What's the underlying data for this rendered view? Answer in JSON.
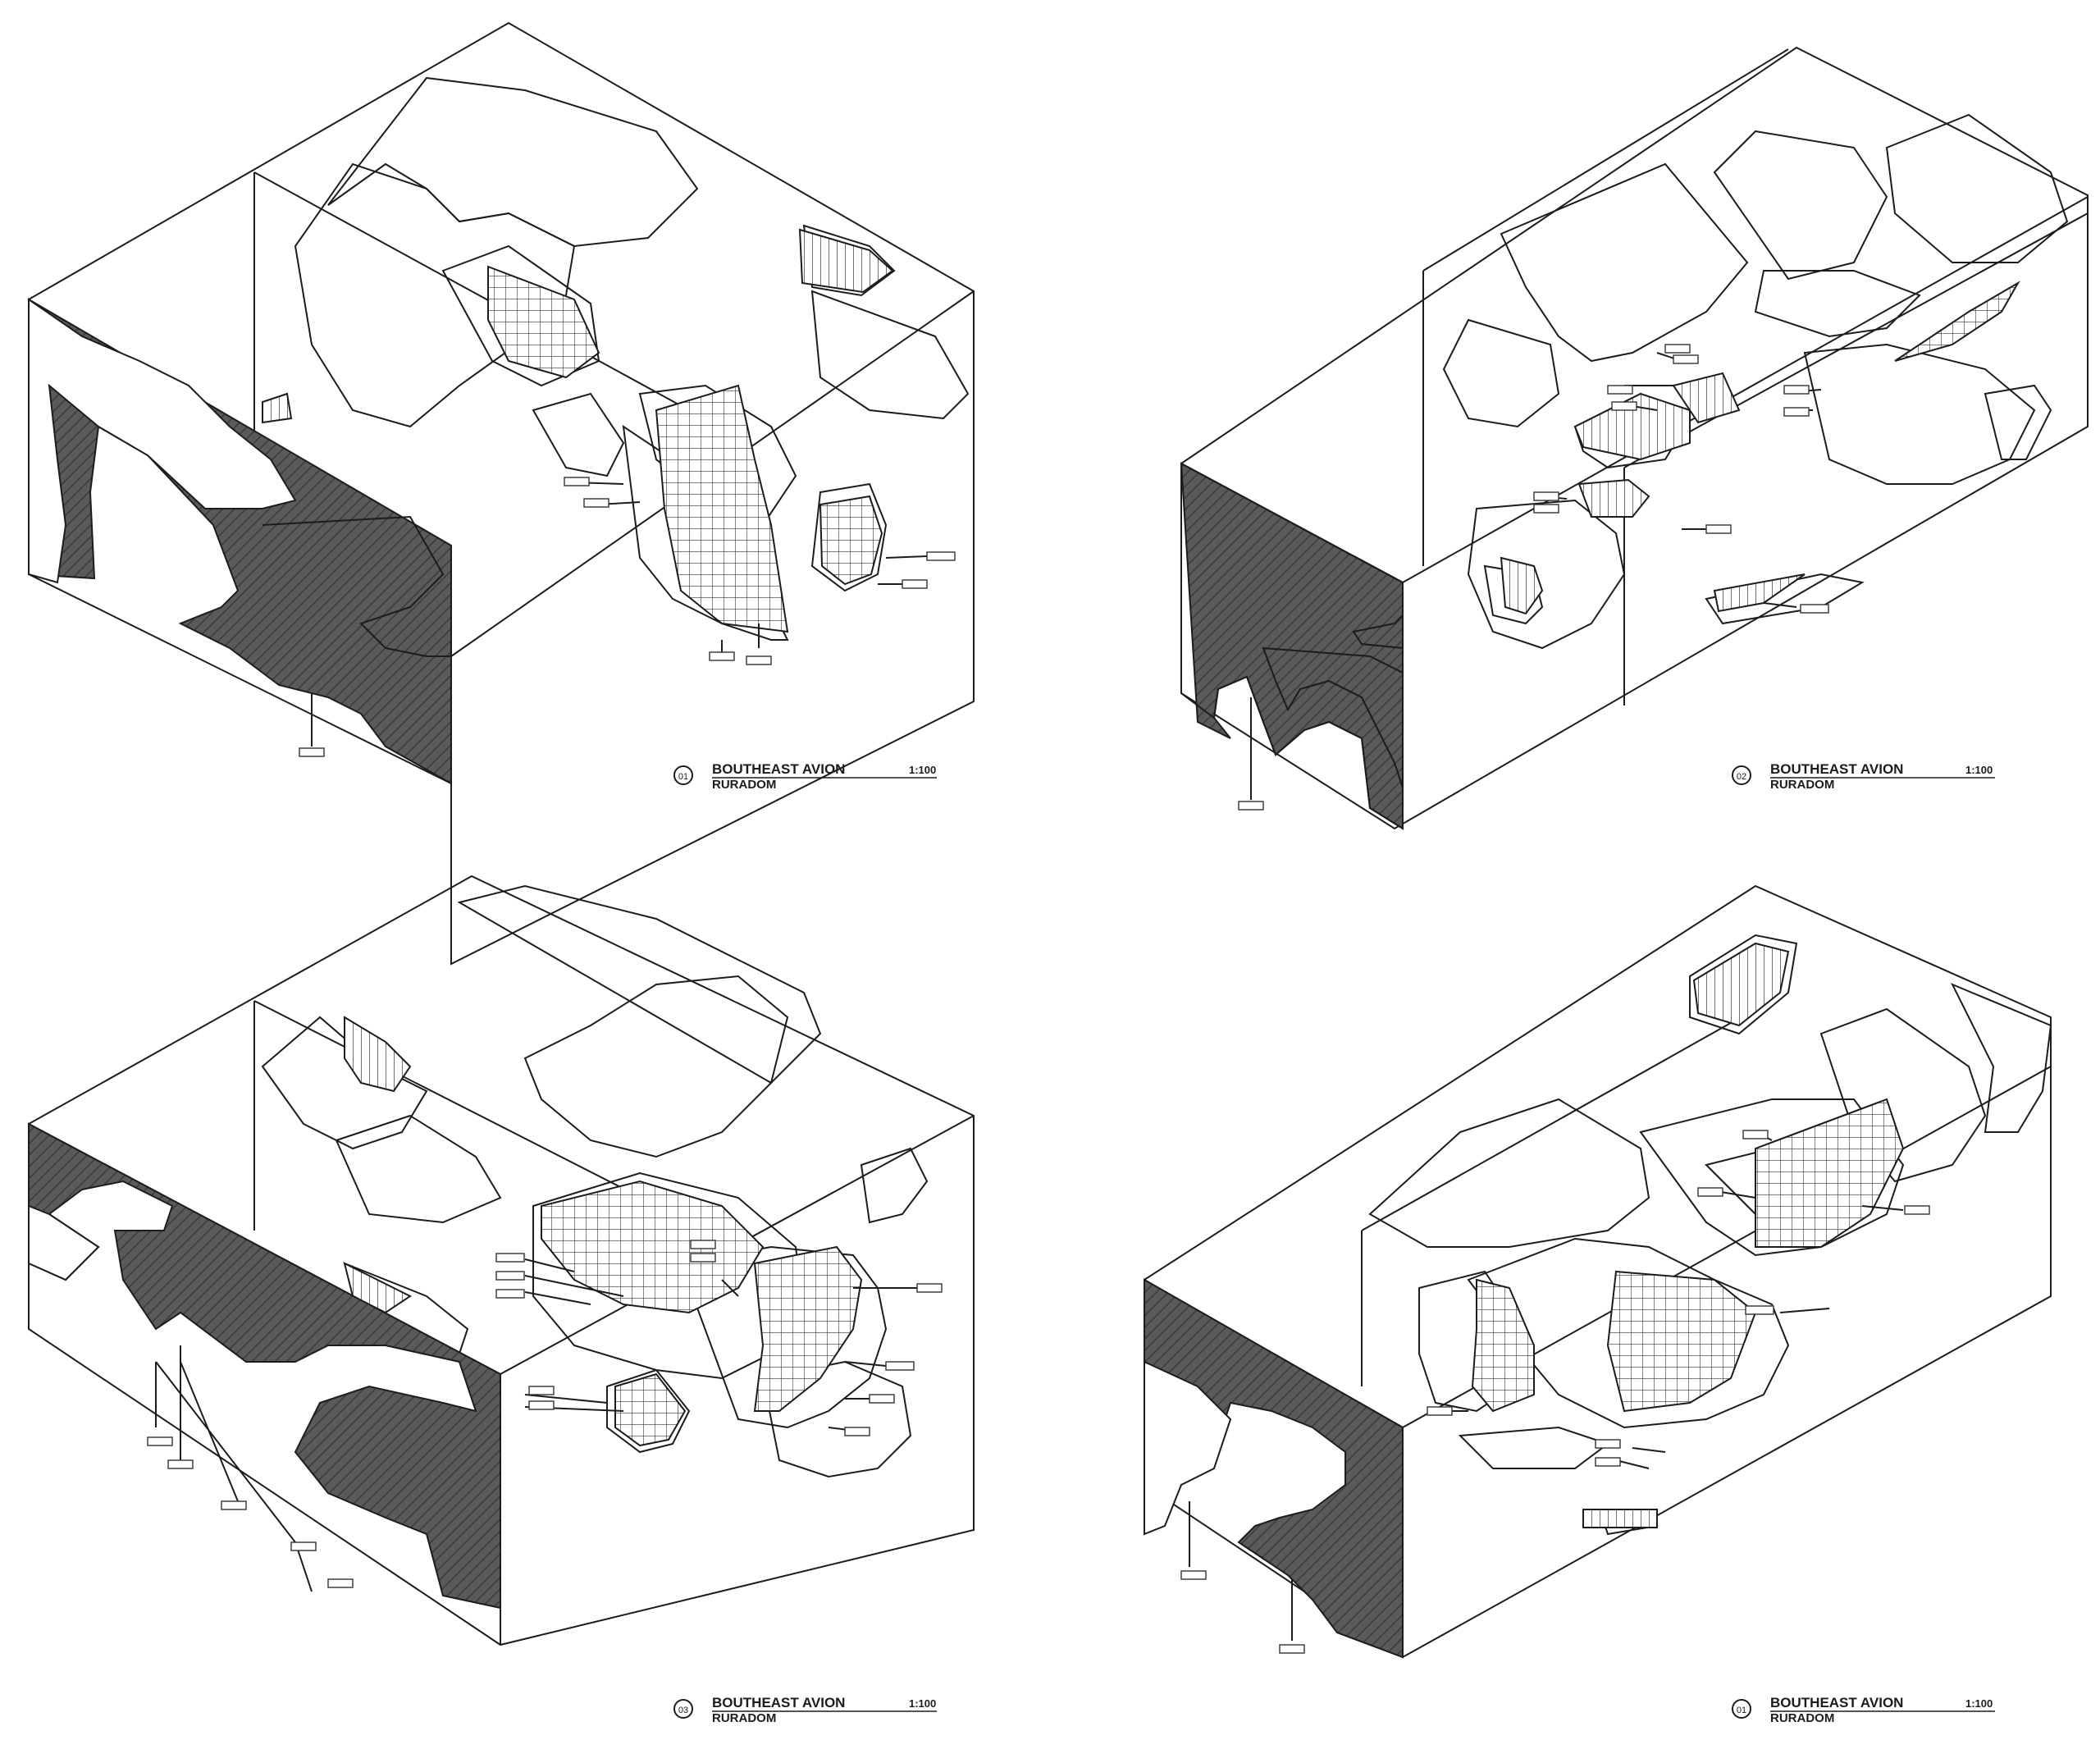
{
  "colors": {
    "ink": "#1c1c1c",
    "solid_fill": "#555555",
    "hatch": "#2a2a2a",
    "paper": "#ffffff"
  },
  "panels": [
    {
      "title_line1": "BOUTHEAST AVION",
      "title_line2": "RURADOM",
      "number": "01",
      "scale": "1:100"
    },
    {
      "title_line1": "BOUTHEAST AVION",
      "title_line2": "RURADOM",
      "number": "02",
      "scale": "1:100"
    },
    {
      "title_line1": "BOUTHEAST AVION",
      "title_line2": "RURADOM",
      "number": "03",
      "scale": "1:100"
    },
    {
      "title_line1": "BOUTHEAST AVION",
      "title_line2": "RURADOM",
      "number": "01",
      "scale": "1:100"
    }
  ]
}
